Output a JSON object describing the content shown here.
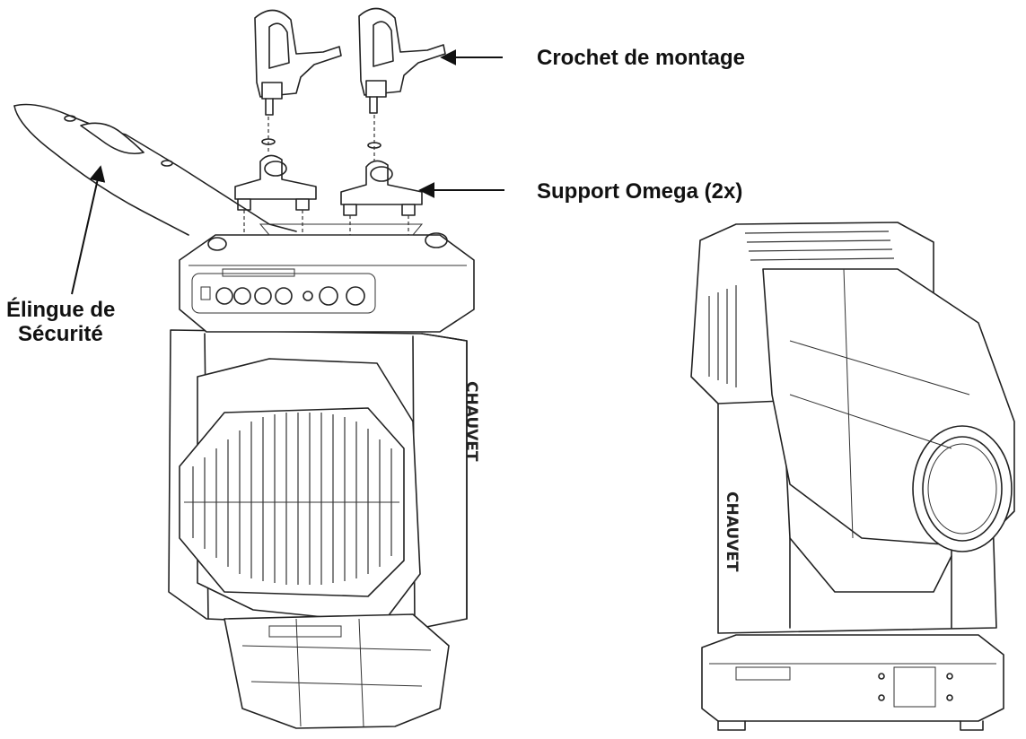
{
  "labels": {
    "mounting_hook": "Crochet de montage",
    "omega_bracket": "Support Omega (2x)",
    "safety_cable_line1": "Élingue de",
    "safety_cable_line2": "Sécurité"
  },
  "fixture_brand_front": "CHAUVET",
  "fixture_brand_side": "CHAUVET",
  "icons": [
    "mounting-clamp-icon",
    "omega-bracket-icon",
    "safety-cable-icon",
    "arrow-icon"
  ]
}
